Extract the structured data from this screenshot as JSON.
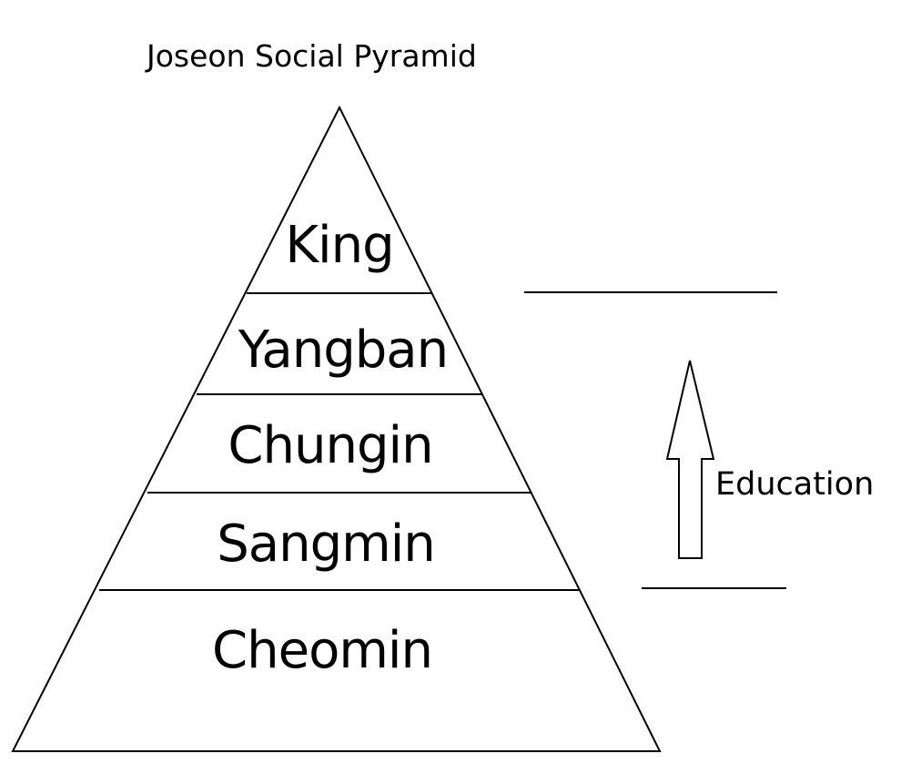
{
  "title": "Joseon Social Pyramid",
  "pyramid": {
    "tiers": [
      {
        "label": "King"
      },
      {
        "label": "Yangban"
      },
      {
        "label": "Chungin"
      },
      {
        "label": "Sangmin"
      },
      {
        "label": "Cheomin"
      }
    ]
  },
  "mobility": {
    "arrow_label": "Education",
    "direction": "up"
  },
  "colors": {
    "stroke": "#000000",
    "background": "#ffffff"
  }
}
